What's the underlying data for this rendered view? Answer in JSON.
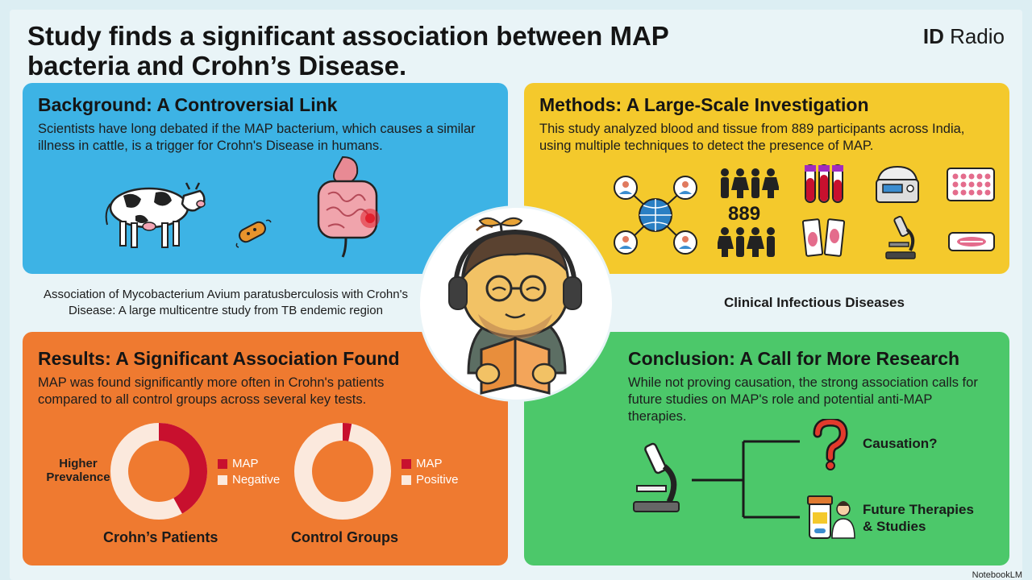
{
  "header": {
    "title": "Study finds a significant association between MAP bacteria and Crohn’s Disease.",
    "brand_bold": "ID",
    "brand_rest": " Radio"
  },
  "background": {
    "heading": "Background: A Controversial Link",
    "text": "Scientists have long debated if the MAP bacterium, which causes a similar illness in cattle, is a trigger for Crohn's Disease in humans."
  },
  "methods": {
    "heading": "Methods: A Large-Scale Investigation",
    "text": "This study analyzed blood and tissue from 889 participants across India, using multiple techniques to detect the presence of MAP.",
    "participants": "889"
  },
  "study": {
    "title": "Association of Mycobacterium Avium paratusberculosis with Crohn's Disease: A large multicentre study from TB endemic region",
    "journal": "Clinical Infectious Diseases"
  },
  "results": {
    "heading": "Results: A Significant Association Found",
    "text": "MAP was found significantly more often in Crohn's patients compared to all control groups across several key tests.",
    "side_label": "Higher Prevalence",
    "donuts": [
      {
        "caption": "Crohn’s Patients",
        "map_fraction": 0.42,
        "legend": [
          "MAP",
          "Negative"
        ]
      },
      {
        "caption": "Control Groups",
        "map_fraction": 0.03,
        "legend": [
          "MAP",
          "Positive"
        ]
      }
    ],
    "colors": {
      "map": "#c8102e",
      "rest": "#fbe9dd",
      "hole": "#ef7a30"
    }
  },
  "conclusion": {
    "heading": "Conclusion: A Call for More Research",
    "text": "While not proving causation, the strong association calls for future studies on MAP's role and potential anti-MAP therapies.",
    "branch_top": "Causation?",
    "branch_bottom": "Future Therapies & Studies"
  },
  "footer": {
    "credit": "NotebookLM"
  },
  "colors": {
    "background_panel": "#3db3e5",
    "methods_panel": "#f4c92c",
    "results_panel": "#ef7a30",
    "conclusion_panel": "#4cc86a"
  }
}
